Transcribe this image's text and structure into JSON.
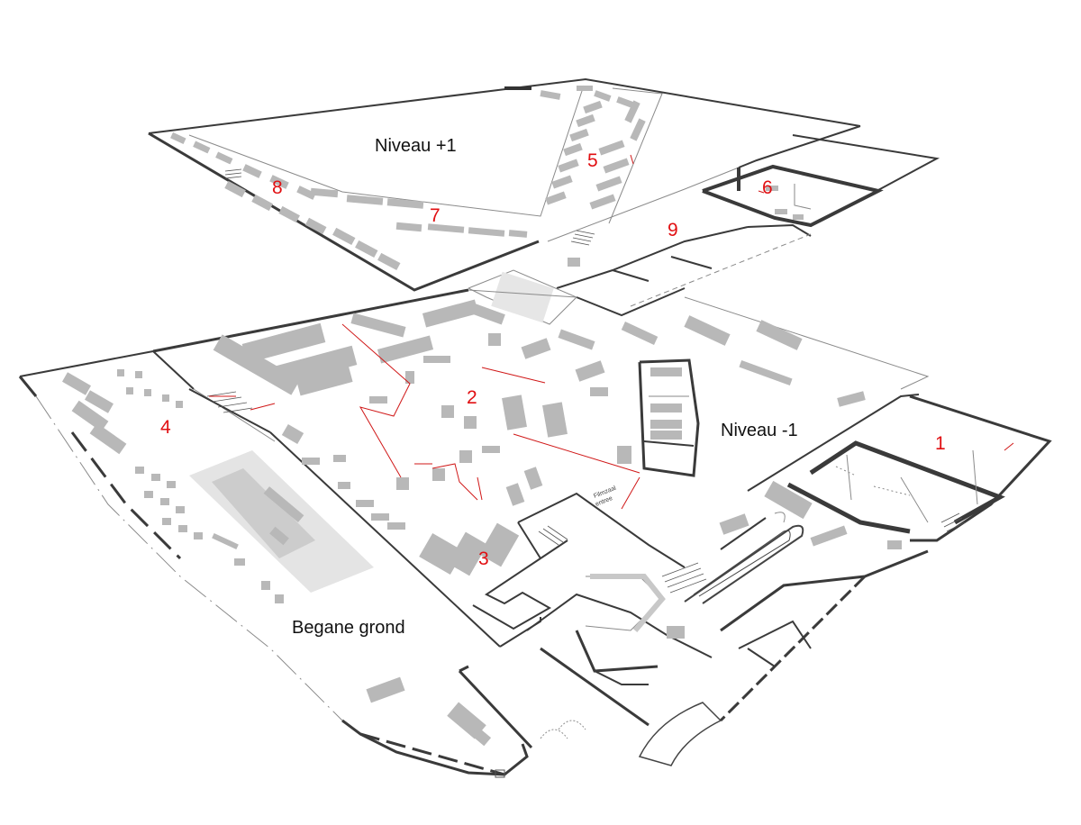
{
  "levels": {
    "upper": "Niveau +1",
    "lower": "Niveau -1",
    "ground": "Begane grond"
  },
  "zones": [
    "1",
    "2",
    "3",
    "4",
    "5",
    "6",
    "7",
    "8",
    "9"
  ],
  "signage": {
    "filmzaal_1": "Filmzaal",
    "filmzaal_2": "entree"
  },
  "colors": {
    "zone_numbers": "#e10f12",
    "walls": "#3a3a3a",
    "exhibits": "#b8b8b8",
    "routes": "#d01818"
  }
}
